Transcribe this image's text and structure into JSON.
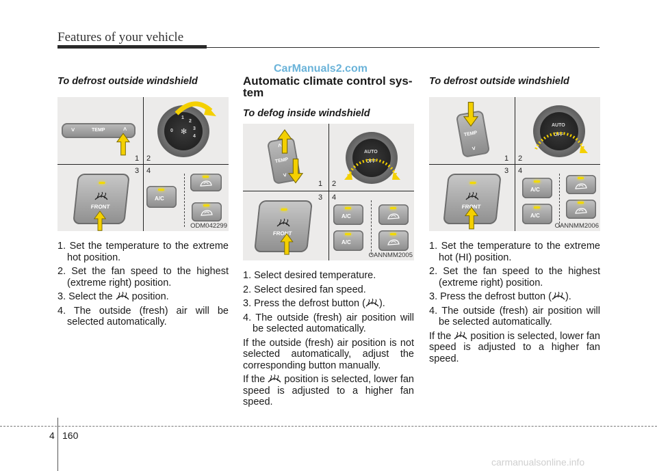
{
  "header": {
    "title": "Features of your vehicle"
  },
  "watermark_top": "CarManuals2.com",
  "watermark_bottom": "carmanualsonline.info",
  "col1": {
    "subheading": "To defrost outside windshield",
    "figure": {
      "code": "ODM042299",
      "numbers": [
        "1",
        "2",
        "3",
        "4"
      ],
      "temp_label": "TEMP",
      "front_label": "FRONT",
      "ac_label": "A/C",
      "dial_numbers": [
        "1",
        "2",
        "3",
        "4",
        "0"
      ]
    },
    "steps": [
      "1. Set the temperature to the extreme hot position.",
      "2. Set the fan speed to the highest (extreme right) position.",
      [
        "3. Select the ",
        " position."
      ],
      "4. The outside (fresh) air will be selected automatically."
    ]
  },
  "col2": {
    "heading": "Automatic climate control sys-tem",
    "subheading": "To defog inside windshield",
    "figure": {
      "code": "OANNMM2005",
      "numbers": [
        "1",
        "2",
        "3",
        "4"
      ],
      "temp_label": "TEMP",
      "front_label": "FRONT",
      "ac_label": "A/C",
      "auto_label": "AUTO",
      "off_label": "OFF"
    },
    "steps": [
      "1. Select desired temperature.",
      "2. Select desired fan speed.",
      [
        "3. Press the defrost button (",
        ")."
      ],
      "4. The outside (fresh) air position will be selected automatically."
    ],
    "para1": "If the outside (fresh) air position is not selected automatically, adjust the corresponding button manually.",
    "para2": [
      "If the ",
      " position is selected, lower fan speed is adjusted to a higher fan speed."
    ]
  },
  "col3": {
    "subheading": "To defrost outside windshield",
    "figure": {
      "code": "OANNMM2006",
      "numbers": [
        "1",
        "2",
        "3",
        "4"
      ],
      "temp_label": "TEMP",
      "front_label": "FRONT",
      "ac_label": "A/C",
      "auto_label": "AUTO",
      "off_label": "OFF"
    },
    "steps": [
      "1. Set the temperature to the extreme hot (HI) position.",
      "2. Set the fan speed to the highest (extreme right) position.",
      [
        "3. Press the defrost button (",
        ")."
      ],
      "4. The outside (fresh) air position will be selected automatically."
    ],
    "para1": [
      "If the ",
      " position is selected, lower fan speed is adjusted to a higher fan speed."
    ]
  },
  "footer": {
    "chapter": "4",
    "page": "160"
  },
  "icons": {
    "defrost": "front-defrost-icon",
    "arrow": "yellow-arrow-icon"
  },
  "colors": {
    "arrow_yellow": "#f4d000",
    "led_yellow": "#f2d900",
    "panel_bg": "#ecebea"
  }
}
